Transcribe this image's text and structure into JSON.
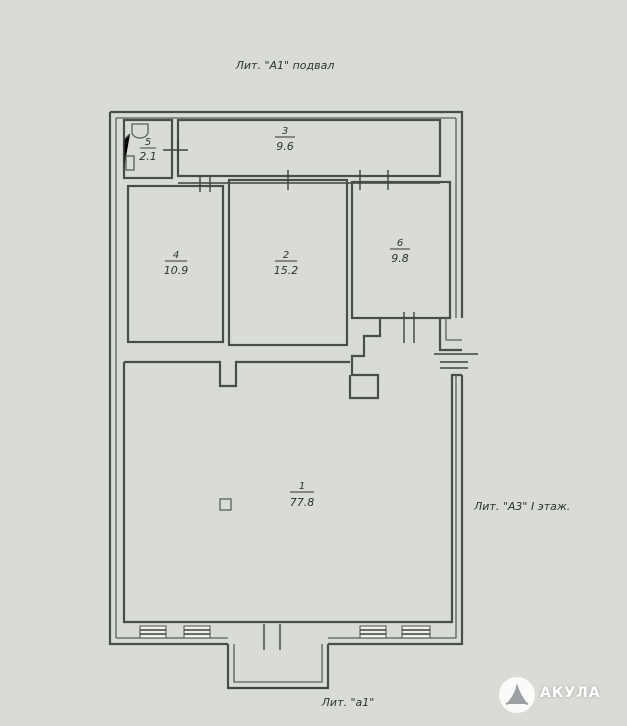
{
  "captions": {
    "basement": "Лит. \"А1\" подвал",
    "first_floor": "Лит. \"А3\" I этаж.",
    "annex": "Лит. \"а1\""
  },
  "rooms": [
    {
      "number": "1",
      "area": "77.8"
    },
    {
      "number": "2",
      "area": "15.2"
    },
    {
      "number": "3",
      "area": "9.6"
    },
    {
      "number": "4",
      "area": "10.9"
    },
    {
      "number": "5",
      "area": "2.1"
    },
    {
      "number": "6",
      "area": "9.8"
    }
  ],
  "watermark": {
    "text": "АКУЛА",
    "icon": "shark-fin-logo-icon"
  },
  "colors": {
    "background": "#d9dcd6",
    "lines": "#4a4e4b",
    "watermark": "#ffffff"
  }
}
